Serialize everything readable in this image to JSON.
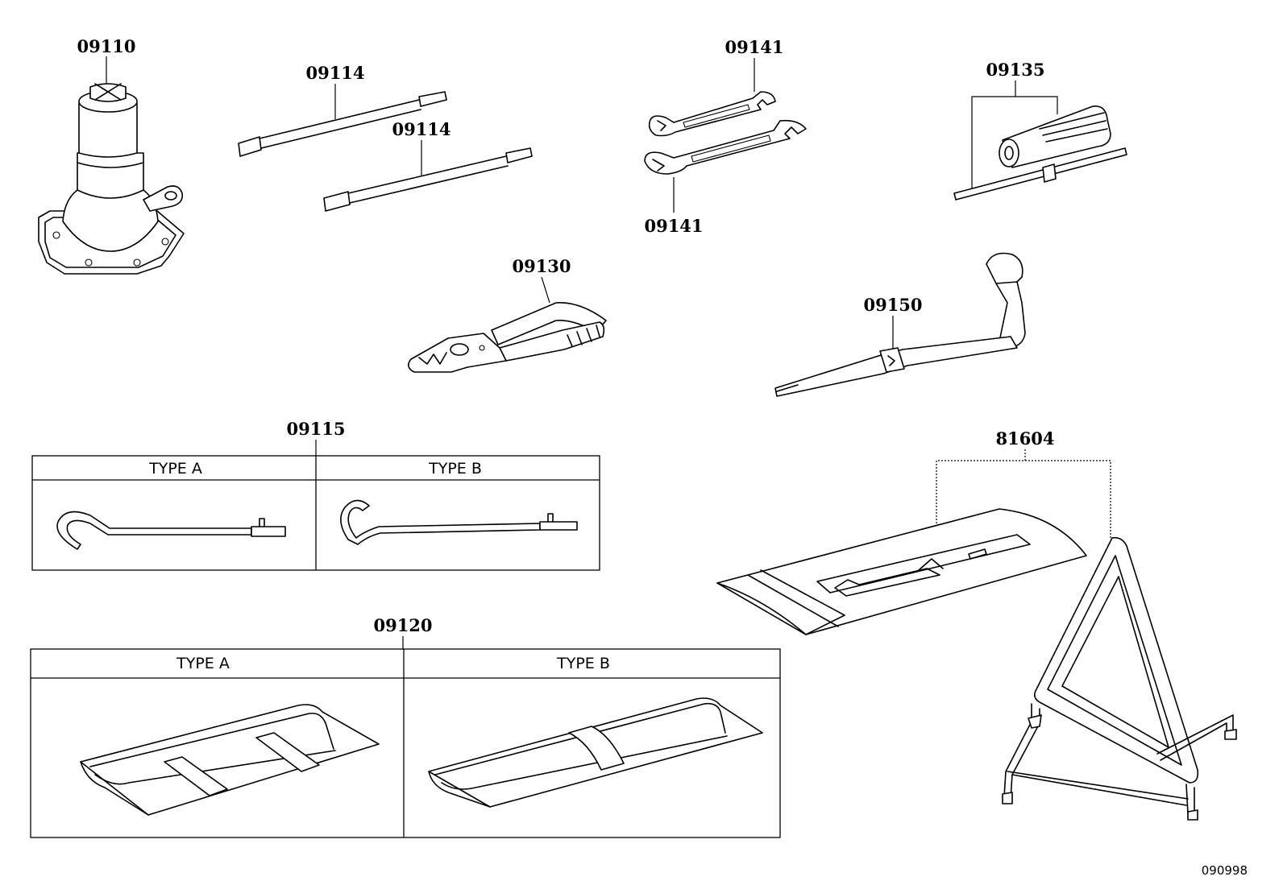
{
  "diagram": {
    "parts": {
      "jack": "09110",
      "jack_handle_upper": "09114",
      "jack_handle_lower": "09114",
      "wrench_upper": "09141",
      "wrench_lower": "09141",
      "screwdriver": "09135",
      "pliers": "09130",
      "lug_wrench": "09150",
      "hook": "09115",
      "tool_bag": "09120",
      "warning_triangle": "81604"
    },
    "hook_box": {
      "type_a": "TYPE A",
      "type_b": "TYPE B"
    },
    "bag_box": {
      "type_a": "TYPE A",
      "type_b": "TYPE B"
    },
    "ref_code": "090998"
  }
}
